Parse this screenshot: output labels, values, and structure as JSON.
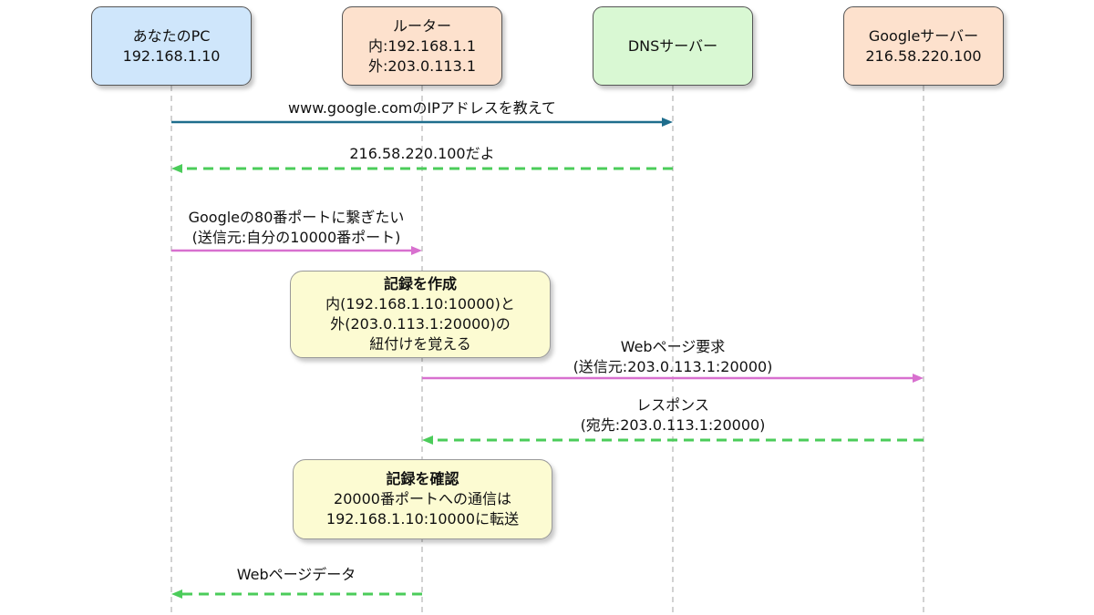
{
  "participants": [
    {
      "id": "pc",
      "lines": [
        "あなたのPC",
        "192.168.1.10"
      ],
      "color": "#cfe6fb"
    },
    {
      "id": "router",
      "lines": [
        "ルーター",
        "内:192.168.1.1",
        "外:203.0.113.1"
      ],
      "color": "#fde1cd"
    },
    {
      "id": "dns",
      "lines": [
        "DNSサーバー"
      ],
      "color": "#d9f8d3"
    },
    {
      "id": "google",
      "lines": [
        "Googleサーバー",
        "216.58.220.100"
      ],
      "color": "#fde1cd"
    }
  ],
  "messages": [
    {
      "id": "dns-query",
      "lines": [
        "www.google.comのIPアドレスを教えて"
      ],
      "style": "solid",
      "color": "#1e6d8c"
    },
    {
      "id": "dns-reply",
      "lines": [
        "216.58.220.100だよ"
      ],
      "style": "dashed",
      "color": "#4bcc5a"
    },
    {
      "id": "pc-request",
      "lines": [
        "Googleの80番ポートに繋ぎたい",
        "(送信元:自分の10000番ポート)"
      ],
      "style": "solid",
      "color": "#d870cf"
    },
    {
      "id": "web-request",
      "lines": [
        "Webページ要求",
        "(送信元:203.0.113.1:20000)"
      ],
      "style": "solid",
      "color": "#d870cf"
    },
    {
      "id": "response",
      "lines": [
        "レスポンス",
        "(宛先:203.0.113.1:20000)"
      ],
      "style": "dashed",
      "color": "#4bcc5a"
    },
    {
      "id": "web-data",
      "lines": [
        "Webページデータ"
      ],
      "style": "dashed",
      "color": "#4bcc5a"
    }
  ],
  "notes": [
    {
      "id": "record-create",
      "title": "記録を作成",
      "lines": [
        "内(192.168.1.10:10000)と",
        "外(203.0.113.1:20000)の",
        "紐付けを覚える"
      ]
    },
    {
      "id": "record-check",
      "title": "記録を確認",
      "lines": [
        "20000番ポートへの通信は",
        "192.168.1.10:10000に転送"
      ]
    }
  ]
}
